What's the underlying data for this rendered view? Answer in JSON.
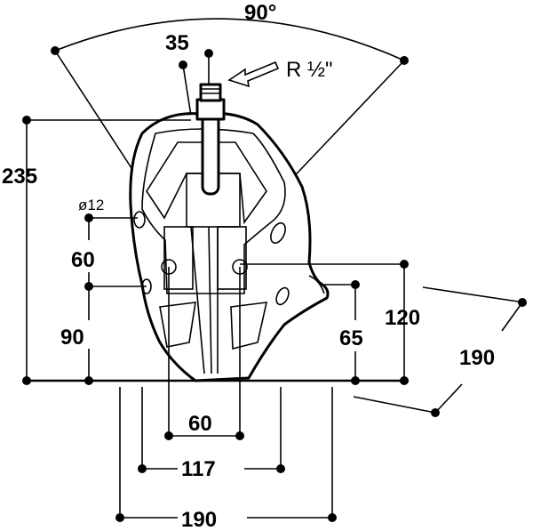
{
  "drawing": {
    "angle_label": "90°",
    "pipe_spacing_label": "35",
    "thread_label": "R ½\"",
    "height_label": "235",
    "hole_diameter_label": "ø12",
    "hole_vertical_spacing_label": "60",
    "lower_hole_height_label": "90",
    "outlet_height_label": "120",
    "side_hole_height_label": "65",
    "depth_label": "190",
    "inner_hole_spacing_label": "60",
    "mid_width_label": "117",
    "overall_width_label": "190"
  }
}
